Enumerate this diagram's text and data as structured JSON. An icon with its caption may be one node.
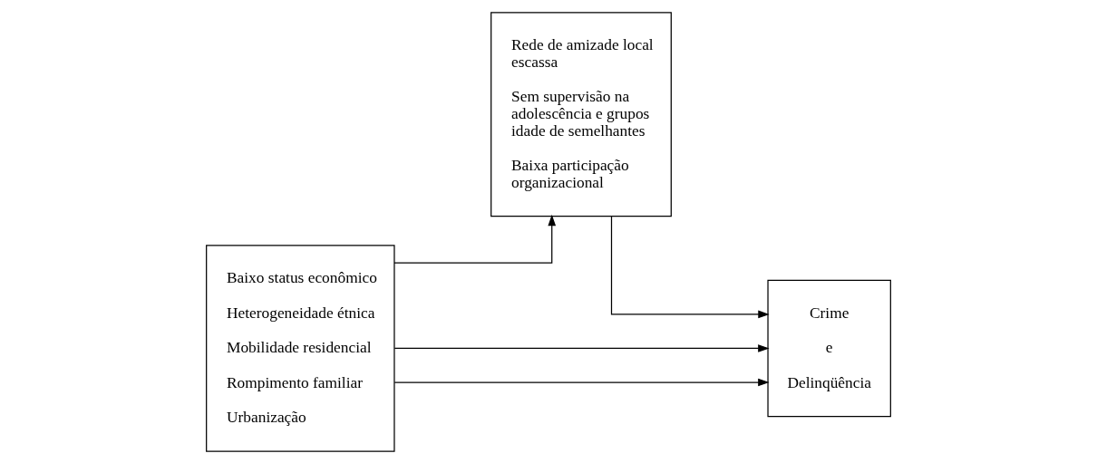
{
  "diagram": {
    "nodes": [
      {
        "text": [
          "Baixo status econômico",
          "Heterogeneidade étnica",
          "Mobilidade residencial",
          "Rompimento familiar",
          "Urbanização"
        ]
      },
      {
        "text": [
          "Rede de amizade local escassa",
          "Sem supervisão na adolescência e grupos idade de semelhantes",
          "Baixa participação organizacional"
        ]
      },
      {
        "text": [
          "Crime",
          "e",
          "Delinqüência"
        ]
      }
    ],
    "edges": [
      {
        "from": 0,
        "to": 1,
        "arrow": "to"
      },
      {
        "from": 1,
        "to": 2,
        "arrow": "to"
      },
      {
        "from": 0,
        "to": 2,
        "arrow": "to"
      },
      {
        "from": 0,
        "to": 2,
        "arrow": "to"
      }
    ]
  }
}
